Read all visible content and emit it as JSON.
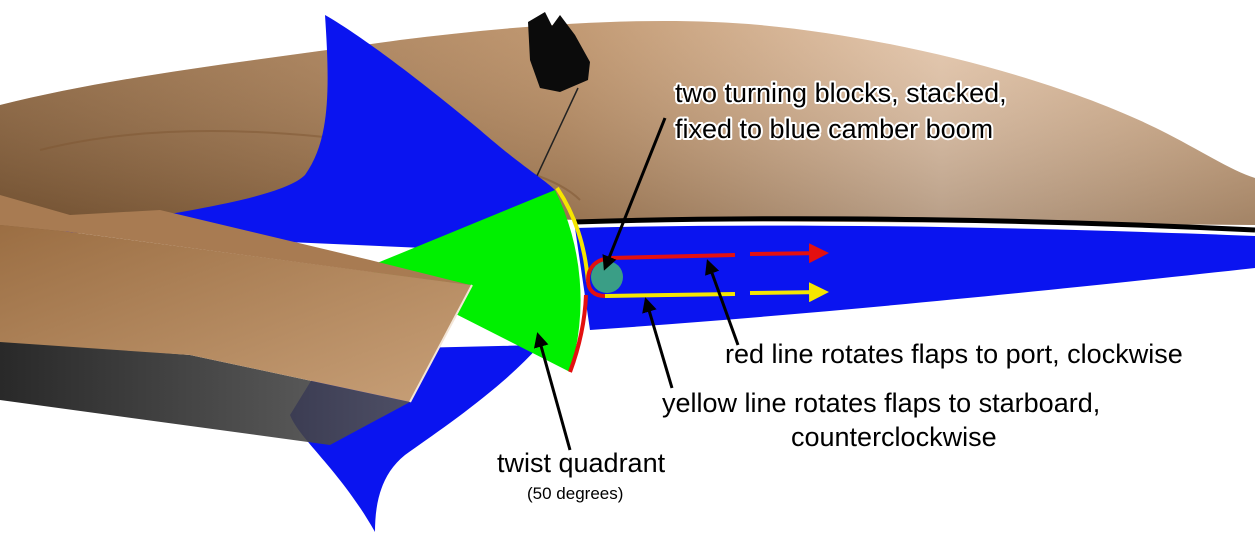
{
  "diagram": {
    "colors": {
      "hull_tan": "#b08358",
      "hull_tan_light": "#d2ad89",
      "boom_blue": "#0a14f0",
      "quadrant_green": "#00f000",
      "red_line": "#e31010",
      "yellow_line": "#f5e600",
      "turning_block": "#3a9e86",
      "arrow": "#000000"
    },
    "labels": {
      "turning_blocks_line1": "two turning blocks, stacked,",
      "turning_blocks_line2": "fixed to blue camber boom",
      "red_line": "red line rotates flaps to port, clockwise",
      "yellow_line_line1": "yellow line rotates flaps to starboard,",
      "yellow_line_line2": "counterclockwise",
      "twist_quadrant": "twist quadrant",
      "twist_quadrant_angle": "(50 degrees)"
    }
  }
}
